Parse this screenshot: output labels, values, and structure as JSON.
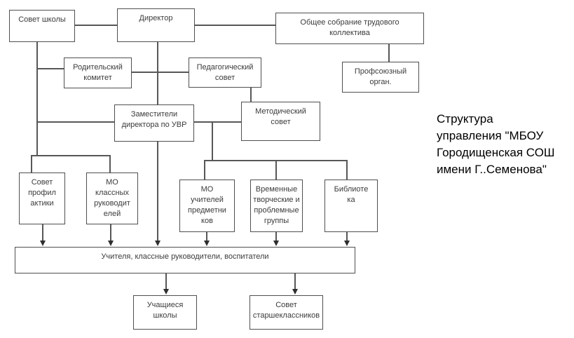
{
  "page": {
    "background_color": "#ffffff",
    "line_color": "#575757",
    "box_border_color": "#4f4f4f",
    "box_text_color": "#3b3b3b",
    "arrow_color": "#2e2e2e",
    "caption_text_color": "#000000"
  },
  "diagram": {
    "boxes": {
      "sovet_shkoly": "Совет школы",
      "direktor": "Директор",
      "obshchee_sobranie": "Общее собрание трудового\nколлектива",
      "profsoyuznyy_organ": "Профсоюзный\nорган.",
      "roditelskiy_komitet": "Родительский\nкомитет",
      "pedagogicheskiy_sovet": "Педагогический\nсовет",
      "zamestiteli": "Заместители\nдиректора по УВР",
      "metodicheskiy_sovet": "Методический\nсовет",
      "sovet_profilaktiki": "Совет\nпрофил\nактики",
      "mo_klassnykh": "МО\nклассных\nруководит\nелей",
      "mo_uchiteley": "МО\nучителей\nпредметни\nков",
      "vremennye_gruppy": "Временные\nтворческие и\nпроблемные\nгруппы",
      "biblioteka": "Библиоте\nка",
      "uchitelya": "Учителя, классные руководители, воспитатели",
      "uchashchiesya": "Учащиеся\nшколы",
      "sovet_starsheklassnikov": "Совет\nстаршеклассников"
    },
    "caption": "Структура\nуправления \"МБОУ\nГородищенская СОШ\nимени Г..Семенова\""
  }
}
